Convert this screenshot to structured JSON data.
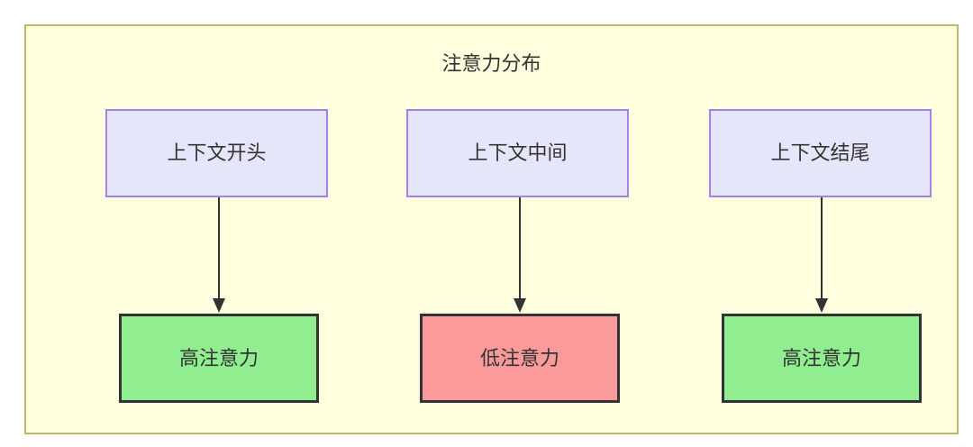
{
  "diagram": {
    "title": "注意力分布",
    "background_color": "#ffffe0",
    "frame_border_color": "#bdb76b",
    "text_color": "#333333",
    "context_nodes": [
      {
        "id": "context-start",
        "label": "上下文开头",
        "fill": "#e6e6fa",
        "border": "#a480e8"
      },
      {
        "id": "context-middle",
        "label": "上下文中间",
        "fill": "#e6e6fa",
        "border": "#a480e8"
      },
      {
        "id": "context-end",
        "label": "上下文结尾",
        "fill": "#e6e6fa",
        "border": "#a480e8"
      }
    ],
    "attention_nodes": [
      {
        "id": "attention-high-start",
        "label": "高注意力",
        "fill": "#90ee90",
        "border": "#333333"
      },
      {
        "id": "attention-low-middle",
        "label": "低注意力",
        "fill": "#fa9a9a",
        "border": "#333333"
      },
      {
        "id": "attention-high-end",
        "label": "高注意力",
        "fill": "#90ee90",
        "border": "#333333"
      }
    ],
    "edges": [
      {
        "from": "context-start",
        "to": "attention-high-start",
        "arrow": "arrow-down-icon"
      },
      {
        "from": "context-middle",
        "to": "attention-low-middle",
        "arrow": "arrow-down-icon"
      },
      {
        "from": "context-end",
        "to": "attention-high-end",
        "arrow": "arrow-down-icon"
      }
    ]
  }
}
